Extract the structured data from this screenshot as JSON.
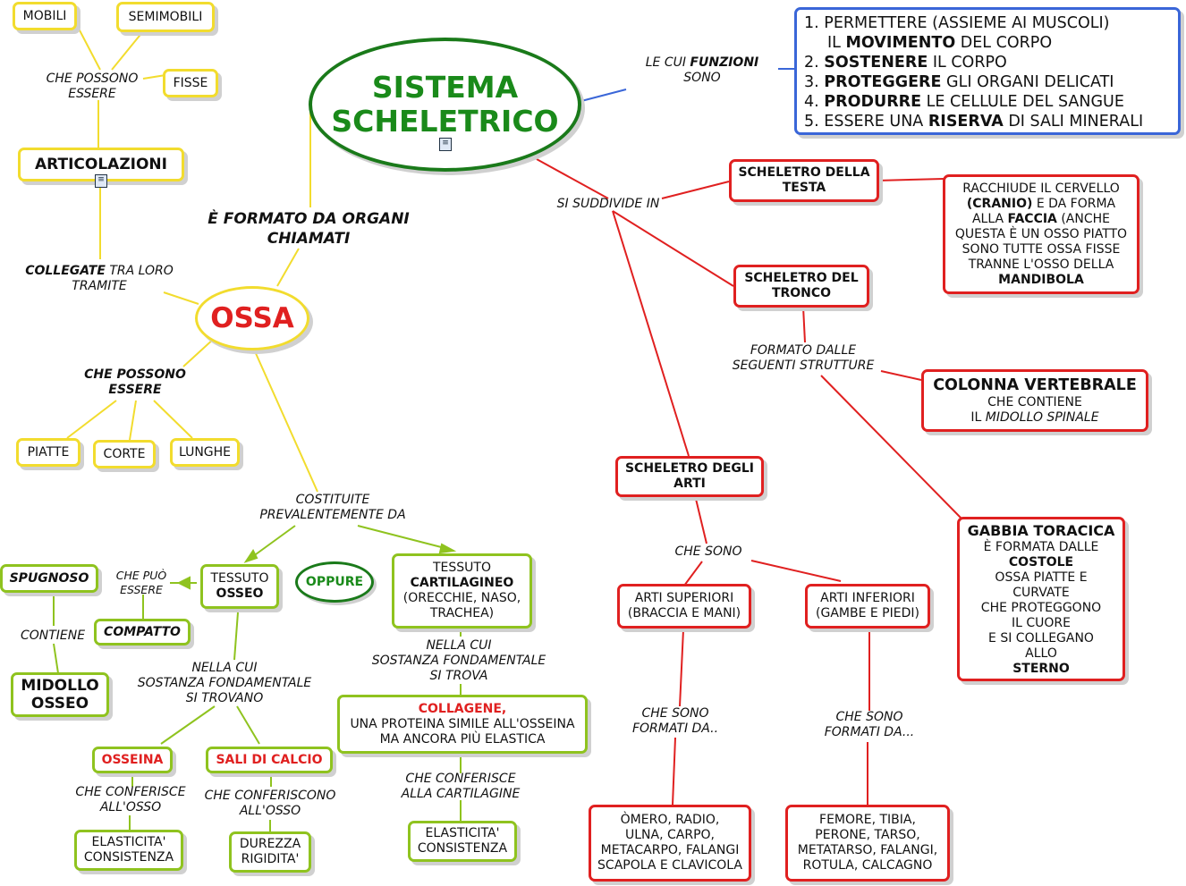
{
  "title": {
    "line1": "SISTEMA",
    "line2": "SCHELETRICO"
  },
  "functions_label": {
    "prefix": "LE CUI ",
    "bold": "FUNZIONI",
    "line2": "SONO"
  },
  "functions": [
    {
      "num": "1.",
      "a": "PERMETTERE (ASSIEME AI MUSCOLI)",
      "a2": "IL ",
      "b": "MOVIMENTO",
      "c": " DEL CORPO"
    },
    {
      "num": "2.",
      "b": "SOSTENERE",
      "c": " IL CORPO"
    },
    {
      "num": "3.",
      "b": "PROTEGGERE",
      "c": " GLI ORGANI DELICATI"
    },
    {
      "num": "4.",
      "b": "PRODURRE",
      "c": " LE CELLULE DEL SANGUE"
    },
    {
      "num": "5.",
      "a": "ESSERE UNA ",
      "b": "RISERVA",
      "c": " DI SALI MINERALI"
    }
  ],
  "left": {
    "mobili": "MOBILI",
    "semimobili": "SEMIMOBILI",
    "fisse": "FISSE",
    "che_possono_essere_1": "CHE POSSONO",
    "che_possono_essere_2": "ESSERE",
    "articolazioni": "ARTICOLAZIONI",
    "formato_1": "È FORMATO DA ORGANI",
    "formato_2": "CHIAMATI",
    "collegate_bold": "COLLEGATE",
    "collegate_rest": " TRA LORO",
    "tramite": "TRAMITE",
    "ossa": "OSSA",
    "possono_1": "CHE POSSONO",
    "possono_2": "ESSERE",
    "piatte": "PIATTE",
    "corte": "CORTE",
    "lunghe": "LUNGHE",
    "costituite_1": "COSTITUITE",
    "costituite_2": "PREVALENTEMENTE DA",
    "spugnoso": "SPUGNOSO",
    "che_puo_1": "CHE PUÒ",
    "che_puo_2": "ESSERE",
    "tessuto_osseo_1": "TESSUTO",
    "tessuto_osseo_2": "OSSEO",
    "oppure": "OPPURE",
    "tess_cart_1": "TESSUTO",
    "tess_cart_2": "CARTILAGINEO",
    "tess_cart_3": "(ORECCHIE, NASO,",
    "tess_cart_4": "TRACHEA)",
    "compatto": "COMPATTO",
    "contiene": "CONTIENE",
    "midollo_1": "MIDOLLO",
    "midollo_2": "OSSEO",
    "nella_cui_a1": "NELLA CUI",
    "nella_cui_a2": "SOSTANZA FONDAMENTALE",
    "nella_cui_a3": "SI TROVANO",
    "nella_cui_b1": "NELLA CUI",
    "nella_cui_b2": "SOSTANZA FONDAMENTALE",
    "nella_cui_b3": "SI TROVA",
    "collagene_1": "COLLAGENE,",
    "collagene_2": "UNA PROTEINA SIMILE ALL'OSSEINA",
    "collagene_3": "MA ANCORA PIÙ ELASTICA",
    "osseina": "OSSEINA",
    "sali": "SALI DI CALCIO",
    "conferisce_1": "CHE CONFERISCE",
    "conferisce_2": "ALL'OSSO",
    "conferiscono_1": "CHE CONFERISCONO",
    "conferiscono_2": "ALL'OSSO",
    "conferisce_cart_1": "CHE CONFERISCE",
    "conferisce_cart_2": "ALLA CARTILAGINE",
    "elast_1": "ELASTICITA'",
    "elast_2": "CONSISTENZA",
    "durezza_1": "DUREZZA",
    "durezza_2": "RIGIDITA'",
    "elast_cart_1": "ELASTICITA'",
    "elast_cart_2": "CONSISTENZA"
  },
  "right": {
    "si_suddivide": "SI SUDDIVIDE IN",
    "testa_1": "SCHELETRO DELLA",
    "testa_2": "TESTA",
    "testa_desc_1": "RACCHIUDE IL CERVELLO",
    "testa_desc_2b": "(CRANIO)",
    "testa_desc_2": " E DA FORMA",
    "testa_desc_3a": "ALLA ",
    "testa_desc_3b": "FACCIA",
    "testa_desc_3c": " (ANCHE",
    "testa_desc_4": "QUESTA È UN OSSO PIATTO",
    "testa_desc_5": "SONO TUTTE OSSA FISSE",
    "testa_desc_6": "TRANNE L'OSSO DELLA",
    "testa_desc_7": "MANDIBOLA",
    "tronco_1": "SCHELETRO DEL",
    "tronco_2": "TRONCO",
    "formato_dalle_1": "FORMATO DALLE",
    "formato_dalle_2": "SEGUENTI STRUTTURE",
    "colonna_1": "COLONNA VERTEBRALE",
    "colonna_2": "CHE CONTIENE",
    "colonna_3a": "IL ",
    "colonna_3b": "MIDOLLO SPINALE",
    "arti_1": "SCHELETRO DEGLI",
    "arti_2": "ARTI",
    "che_sono": "CHE SONO",
    "gabbia_1": "GABBIA TORACICA",
    "gabbia_2": "È FORMATA DALLE",
    "gabbia_3": "COSTOLE",
    "gabbia_4": "OSSA PIATTE E",
    "gabbia_5": "CURVATE",
    "gabbia_6": "CHE PROTEGGONO",
    "gabbia_7": "IL CUORE",
    "gabbia_8": "E SI COLLEGANO",
    "gabbia_9": "ALLO",
    "gabbia_10": "STERNO",
    "superiori_1": "ARTI SUPERIORI",
    "superiori_2": "(BRACCIA E MANI)",
    "inferiori_1": "ARTI INFERIORI",
    "inferiori_2": "(GAMBE E PIEDI)",
    "formati_sup_1": "CHE SONO",
    "formati_sup_2": "FORMATI DA..",
    "formati_inf_1": "CHE SONO",
    "formati_inf_2": "FORMATI DA...",
    "sup_ossa_1": "ÒMERO, RADIO,",
    "sup_ossa_2": "ULNA, CARPO,",
    "sup_ossa_3": "METACARPO, FALANGI",
    "sup_ossa_4": "SCAPOLA E CLAVICOLA",
    "inf_ossa_1": "FEMORE, TIBIA,",
    "inf_ossa_2": "PERONE, TARSO,",
    "inf_ossa_3": "METATARSO, FALANGI,",
    "inf_ossa_4": "ROTULA, CALCAGNO"
  },
  "colors": {
    "yellow": "#f2dc2e",
    "green": "#8fc31f",
    "dark_green": "#1a7a1a",
    "red": "#e02020",
    "blue": "#3a66d8"
  }
}
